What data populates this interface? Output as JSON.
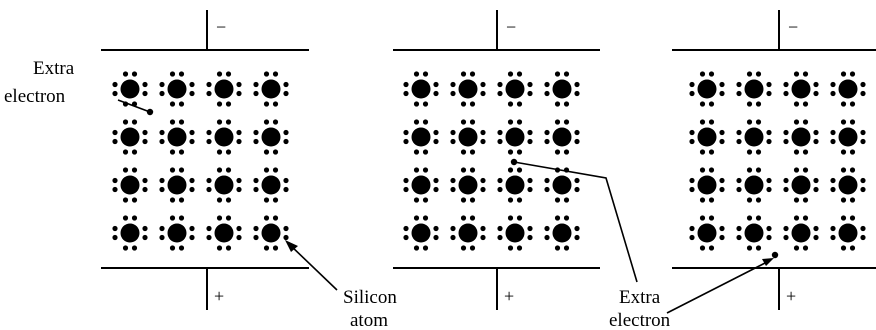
{
  "labels": {
    "extra_electron_left": [
      "Extra",
      "electron"
    ],
    "silicon_atom": [
      "Silicon",
      "atom"
    ],
    "extra_electron_bottom": [
      "Extra",
      "electron"
    ]
  },
  "panels": [
    {
      "top_sign": "−",
      "bottom_sign": "+"
    },
    {
      "top_sign": "−",
      "bottom_sign": "+"
    },
    {
      "top_sign": "−",
      "bottom_sign": "+"
    }
  ],
  "lattice": {
    "rows": 4,
    "cols": 4
  },
  "colors": {
    "ink": "#000000",
    "background": "#ffffff"
  }
}
